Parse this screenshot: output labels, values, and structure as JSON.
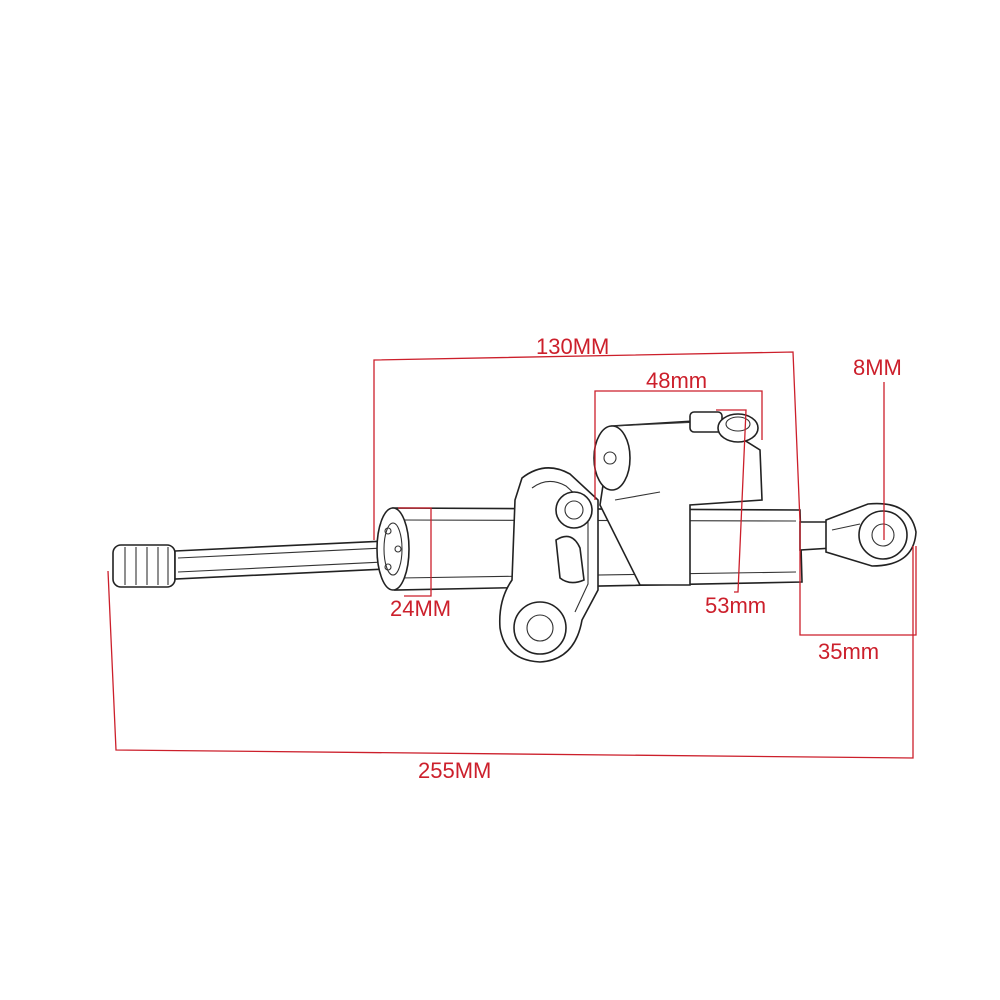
{
  "labels": {
    "body_length": "130MM",
    "reservoir_width": "48mm",
    "eye_hole": "8MM",
    "cylinder_diameter": "24MM",
    "body_height": "53mm",
    "eye_length": "35mm",
    "total_length": "255MM"
  },
  "colors": {
    "dimension": "#cc1f2b",
    "outline": "#222222",
    "background": "#ffffff"
  }
}
